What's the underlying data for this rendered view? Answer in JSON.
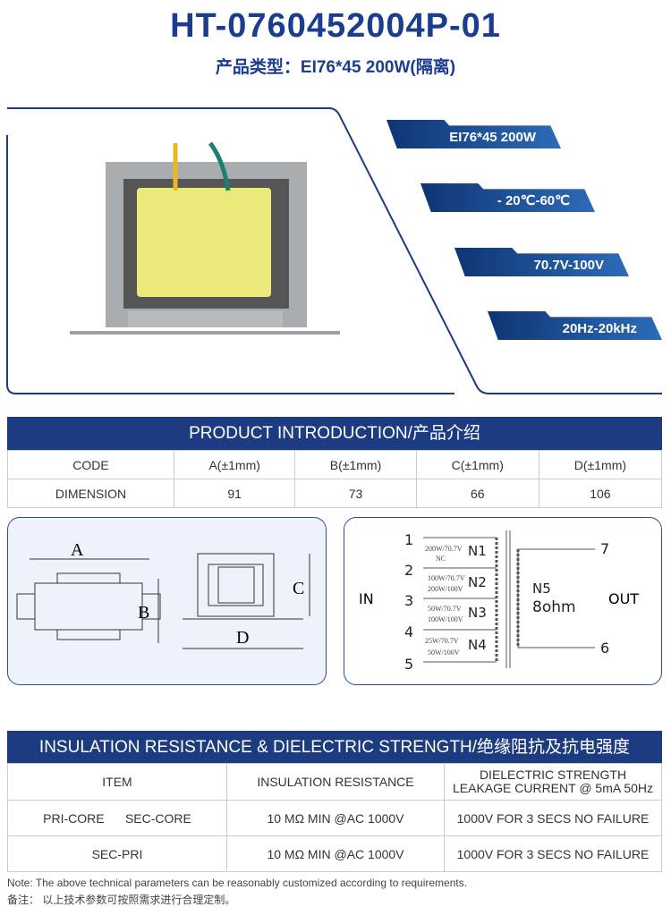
{
  "title": "HT-0760452004P-01",
  "subtitle": "产品类型：EI76*45  200W(隔离)",
  "badges": [
    "EI76*45  200W",
    "- 20℃-60℃",
    "70.7V-100V",
    "20Hz-20kHz"
  ],
  "intro": {
    "header": "PRODUCT INTRODUCTION/产品介绍",
    "row1": [
      "CODE",
      "A(±1mm)",
      "B(±1mm)",
      "C(±1mm)",
      "D(±1mm)"
    ],
    "row2": [
      "DIMENSION",
      "91",
      "73",
      "66",
      "106"
    ]
  },
  "dims": {
    "a": "A",
    "b": "B",
    "c": "C",
    "d": "D"
  },
  "schematic": {
    "in": "IN",
    "out": "OUT",
    "pins": [
      "1",
      "2",
      "3",
      "4",
      "5",
      "7",
      "6"
    ],
    "windings": [
      {
        "n": "N1",
        "l1": "200W/70.7V",
        "l2": "NC"
      },
      {
        "n": "N2",
        "l1": "100W/70.7V",
        "l2": "200W/100V"
      },
      {
        "n": "N3",
        "l1": "50W/70.7V",
        "l2": "100W/100V"
      },
      {
        "n": "N4",
        "l1": "25W/70.7V",
        "l2": "50W/100V"
      }
    ],
    "sec": "N5",
    "sec_imp": "8ohm"
  },
  "insulation": {
    "header": "INSULATION RESISTANCE & DIELECTRIC STRENGTH/绝缘阻抗及抗电强度",
    "cols": [
      "ITEM",
      "INSULATION RESISTANCE",
      "DIELECTRIC STRENGTH",
      "LEAKAGE CURRENT @ 5mA  50Hz"
    ],
    "rows": [
      [
        "PRI-CORE      SEC-CORE",
        "10 MΩ MIN  @AC  1000V",
        "1000V FOR 3 SECS NO FAILURE"
      ],
      [
        "SEC-PRI",
        "10 MΩ MIN  @AC  1000V",
        "1000V FOR 3 SECS NO FAILURE"
      ]
    ]
  },
  "notes": [
    "Note: The above technical parameters can be reasonably customized according to requirements.",
    "备注：  以上技术参数可按照需求进行合理定制。"
  ]
}
